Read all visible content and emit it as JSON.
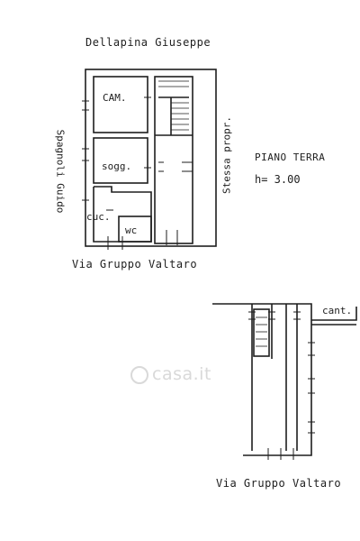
{
  "plan": {
    "owner_label": "Dellapina Giuseppe",
    "left_neighbour_label": "Spagnoli Guido",
    "right_neighbour_label": "Stessa propr.",
    "street_label_ground": "Via Gruppo Valtaro",
    "street_label_basement": "Via Gruppo Valtaro",
    "floor_label": "PIANO TERRA",
    "height_label": "h= 3.00",
    "rooms": {
      "cam": "CAM.",
      "sogg": "sogg.",
      "cuc": "cuc.",
      "wc": "wc",
      "cant": "cant."
    }
  },
  "watermark": {
    "text": "casa.it"
  }
}
